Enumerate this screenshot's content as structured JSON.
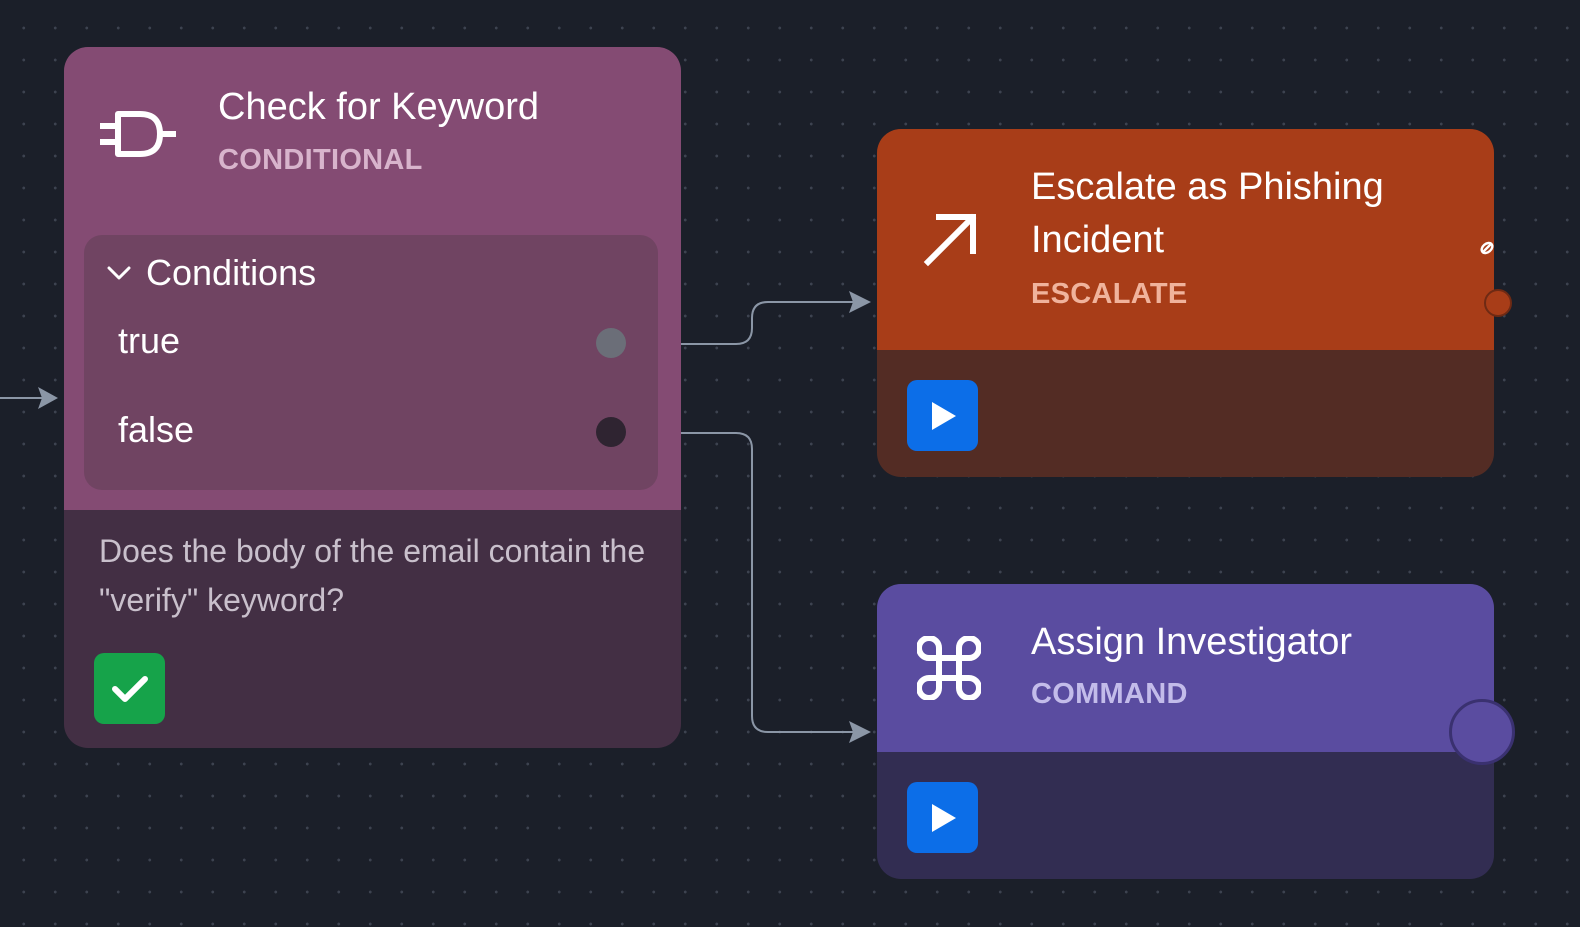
{
  "nodes": {
    "conditional": {
      "title": "Check for Keyword",
      "type": "CONDITIONAL",
      "icon": "logic-gate-icon",
      "conditions_heading": "Conditions",
      "conditions": [
        {
          "label": "true"
        },
        {
          "label": "false"
        }
      ],
      "description": "Does the body of the email contain the \"verify\" keyword?",
      "status": "success",
      "colors": {
        "header": "#844b73",
        "body": "#432f44",
        "panel": "#704462",
        "type_text": "#d8b4cc",
        "status": "#16a34a"
      }
    },
    "escalate": {
      "title": "Escalate as Phishing Incident",
      "type": "ESCALATE",
      "icon": "arrow-up-right-icon",
      "action": "run",
      "colors": {
        "header": "#a83d18",
        "body": "#532c24",
        "type_text": "#f0b39c",
        "run": "#0c6ee8"
      }
    },
    "command": {
      "title": "Assign Investigator",
      "type": "COMMAND",
      "icon": "command-icon",
      "action": "run",
      "colors": {
        "header": "#5a4ca0",
        "body": "#322d52",
        "type_text": "#c3bcea",
        "run": "#0c6ee8"
      }
    }
  },
  "edges": [
    {
      "from": "conditional.true",
      "to": "escalate"
    },
    {
      "from": "conditional.false",
      "to": "command"
    }
  ],
  "colors": {
    "canvas": "#1b1f29",
    "edge": "#8b96a6"
  }
}
